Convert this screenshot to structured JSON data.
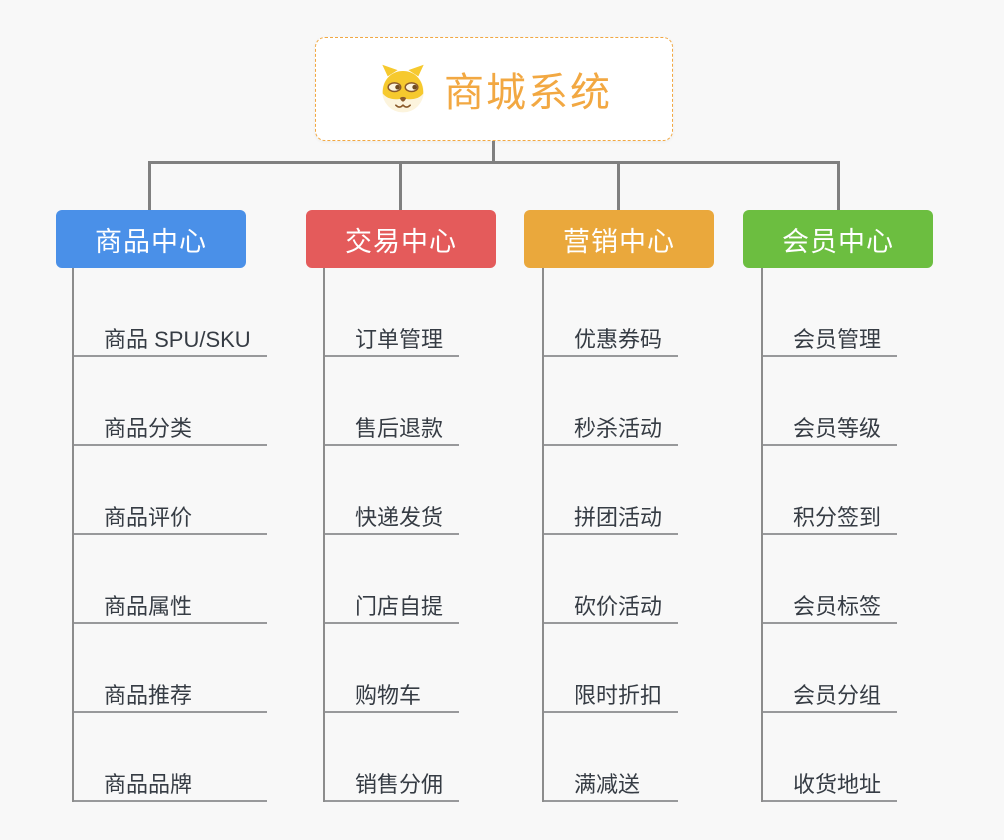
{
  "root": {
    "title": "商城系统",
    "icon": "dog-face-icon",
    "accent": "#f2a842"
  },
  "branches": [
    {
      "label": "商品中心",
      "color": "#4a90e8",
      "children": [
        "商品 SPU/SKU",
        "商品分类",
        "商品评价",
        "商品属性",
        "商品推荐",
        "商品品牌"
      ]
    },
    {
      "label": "交易中心",
      "color": "#e45b5b",
      "children": [
        "订单管理",
        "售后退款",
        "快递发货",
        "门店自提",
        "购物车",
        "销售分佣"
      ]
    },
    {
      "label": "营销中心",
      "color": "#eaa83c",
      "children": [
        "优惠券码",
        "秒杀活动",
        "拼团活动",
        "砍价活动",
        "限时折扣",
        "满减送"
      ]
    },
    {
      "label": "会员中心",
      "color": "#6cbe40",
      "children": [
        "会员管理",
        "会员等级",
        "积分签到",
        "会员标签",
        "会员分组",
        "收货地址"
      ]
    }
  ],
  "colors": {
    "connector": "#808080",
    "trunk": "#8c8c8c",
    "underline": "#98999b",
    "child_text": "#363c44",
    "canvas_bg": "#f8f8f8"
  }
}
